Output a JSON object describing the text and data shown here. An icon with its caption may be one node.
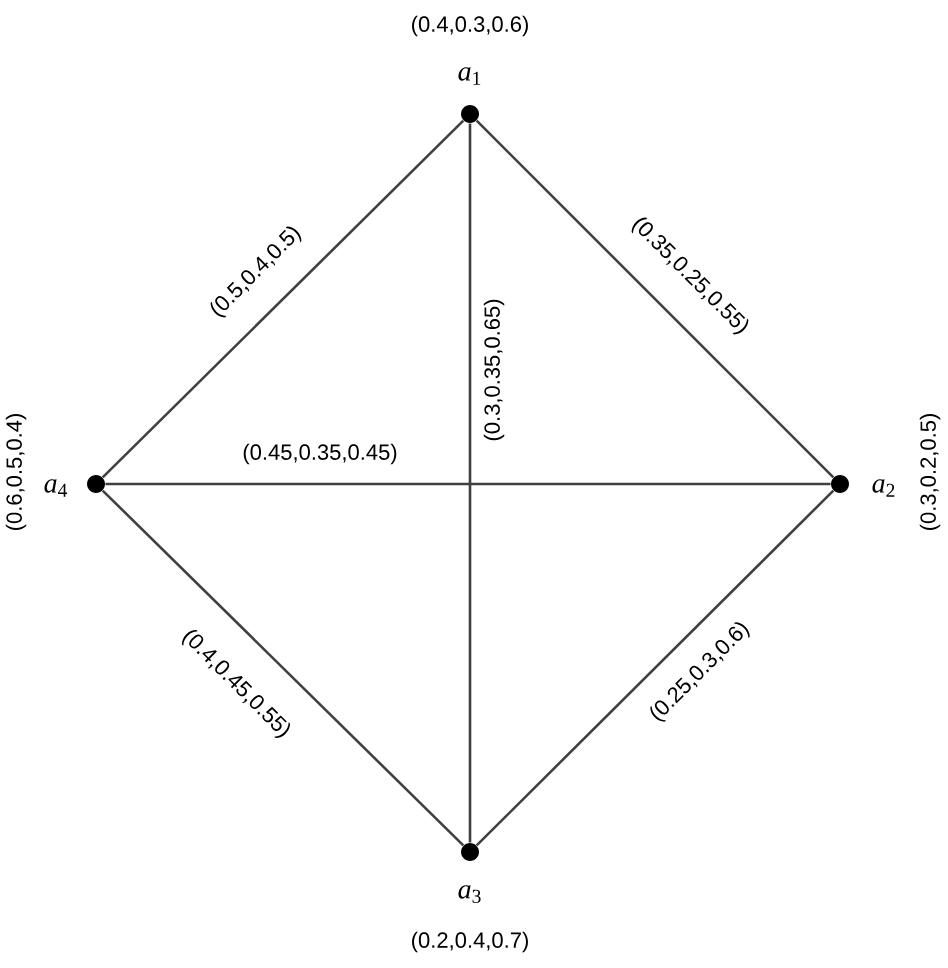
{
  "diagram": {
    "nodes": [
      {
        "text": [
          "*a*$_{1}$"
        ],
        "beside": [
          "(0.4,0.3,0.6)"
        ]
      },
      {
        "text": [
          "*a*$_{2}$"
        ],
        "beside": [
          "(0.3,0.2,0.5)"
        ]
      },
      {
        "text": [
          "*a*$_{3}$"
        ],
        "beside": [
          "(0.2,0.4,0.7)"
        ]
      },
      {
        "text": [
          "*a*$_{4}$"
        ],
        "beside": [
          "(0.6,0.5,0.4)"
        ]
      }
    ],
    "edges": [
      {
        "from": 3,
        "to": 0,
        "arrow": "none",
        "label": "(0.5,0.4,0.5)"
      },
      {
        "from": 0,
        "to": 2,
        "arrow": "none",
        "label": "(0.3,0.35,0.65)"
      },
      {
        "from": 0,
        "to": 1,
        "arrow": "none",
        "label": "(0.35,0.25,0.55)"
      },
      {
        "from": 3,
        "to": 1,
        "arrow": "none",
        "label": "(0.45,0.35,0.45)"
      },
      {
        "from": 3,
        "to": 2,
        "arrow": "none",
        "label": "(0.4,0.45,0.55)"
      },
      {
        "from": 2,
        "to": 1,
        "arrow": "none",
        "label": "(0.25,0.3,0.6)"
      }
    ]
  }
}
